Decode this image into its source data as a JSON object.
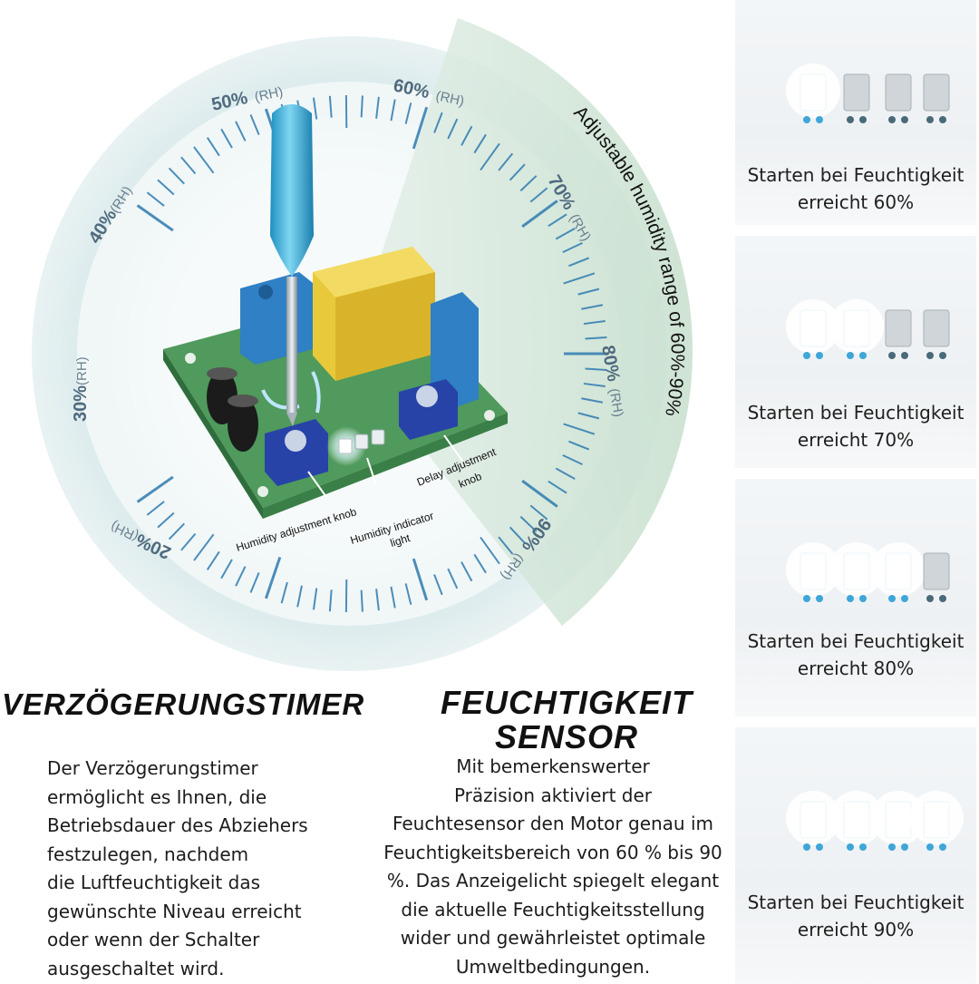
{
  "dial": {
    "range_label": "Adjustable humidity range of 60%-90%",
    "ticks": [
      {
        "value": "20%",
        "unit": "(RH)"
      },
      {
        "value": "30%",
        "unit": "(RH)"
      },
      {
        "value": "40%",
        "unit": "(RH)"
      },
      {
        "value": "50%",
        "unit": "(RH)"
      },
      {
        "value": "60%",
        "unit": "(RH)"
      },
      {
        "value": "70%",
        "unit": "(RH)"
      },
      {
        "value": "80%",
        "unit": "(RH)"
      },
      {
        "value": "90%",
        "unit": "(RH)"
      }
    ],
    "callouts": {
      "humidity_knob": "Humidity adjustment knob",
      "indicator_line1": "Humidity indicator",
      "indicator_line2": "light",
      "delay_line1": "Delay adjustment",
      "delay_line2": "knob"
    }
  },
  "side_panels": [
    {
      "line1": "Starten bei Feuchtigkeit",
      "line2": "erreicht 60%",
      "lit": 1
    },
    {
      "line1": "Starten bei Feuchtigkeit",
      "line2": "erreicht 70%",
      "lit": 2
    },
    {
      "line1": "Starten bei Feuchtigkeit",
      "line2": "erreicht 80%",
      "lit": 3
    },
    {
      "line1": "Starten bei Feuchtigkeit",
      "line2": "erreicht 90%",
      "lit": 4
    }
  ],
  "timer": {
    "heading": "VERZÖGERUNGSTIMER",
    "lines": [
      "Der Verzögerungstimer",
      "ermöglicht es Ihnen, die",
      "Betriebsdauer des Abziehers",
      "festzulegen, nachdem",
      "die Luftfeuchtigkeit das",
      "gewünschte Niveau erreicht",
      "oder wenn der Schalter",
      "ausgeschaltet wird."
    ]
  },
  "sensor": {
    "heading_line1": "FEUCHTIGKEIT",
    "heading_line2": "SENSOR",
    "lines": [
      "Mit bemerkenswerter",
      "Präzision aktiviert der",
      "Feuchtesensor den Motor genau im",
      "Feuchtigkeitsbereich von 60 % bis 90",
      "%. Das Anzeigelicht spiegelt elegant",
      "die aktuelle Feuchtigkeitsstellung",
      "wider und gewährleistet optimale",
      "Umweltbedingungen."
    ]
  },
  "colors": {
    "tick_blue": "#2f7bb0",
    "dial_teal": "#cfe3e0",
    "range_green": "#cfe4d4",
    "board_green": "#4f9a5c",
    "relay_yellow": "#e8c93a",
    "terminal_blue": "#2f80c4",
    "pot_blue": "#2743a8",
    "screwdriver_cyan": "#3fb4e0"
  }
}
